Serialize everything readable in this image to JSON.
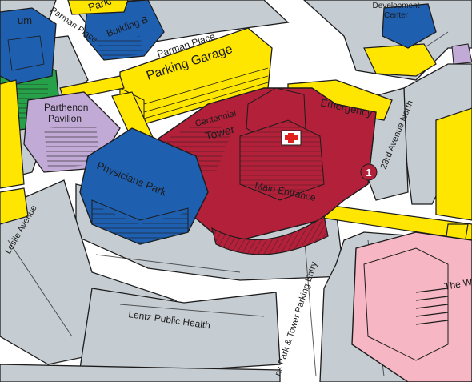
{
  "labels": {
    "parman_place_street": "Parman Place",
    "building_b": "Building B",
    "development_center": "Development\nCenter",
    "parman_garage_line1": "Parman Place",
    "parman_garage_line2": "Parking Garage",
    "parthenon_pavilion_line1": "Parthenon",
    "parthenon_pavilion_line2": "Pavilion",
    "centennial_tower_line1": "Centennial",
    "centennial_tower_line2": "Tower",
    "emergency": "Emergency",
    "twenty_third_ave": "23rd Avenue North",
    "physicians_park": "Physicians Park",
    "main_entrance": "Main Entrance",
    "leslie_avenue": "Leslie Avenue",
    "lentz_public_health": "Lentz Public Health",
    "tower_parking_entry": "ns Park & Tower Parking Entry",
    "the_w": "The W",
    "marker_number": "1",
    "partial_top_left": "um",
    "partial_top_parking": "Parki"
  },
  "colors": {
    "street_bg": "#ffffff",
    "block_gray": "#c6cdd2",
    "outline": "#1c1c1c",
    "red_building": "#b3203a",
    "blue_building": "#1f5fb0",
    "yellow_building": "#ffe600",
    "purple_building": "#c2aad6",
    "green_building": "#27a04a",
    "pink_building": "#f6b6c4",
    "marker_fill": "#b3203a",
    "cross_red": "#e0201c"
  },
  "icons": {
    "hospital_cross": "red-cross-icon",
    "location_marker": "numbered-marker-icon"
  }
}
